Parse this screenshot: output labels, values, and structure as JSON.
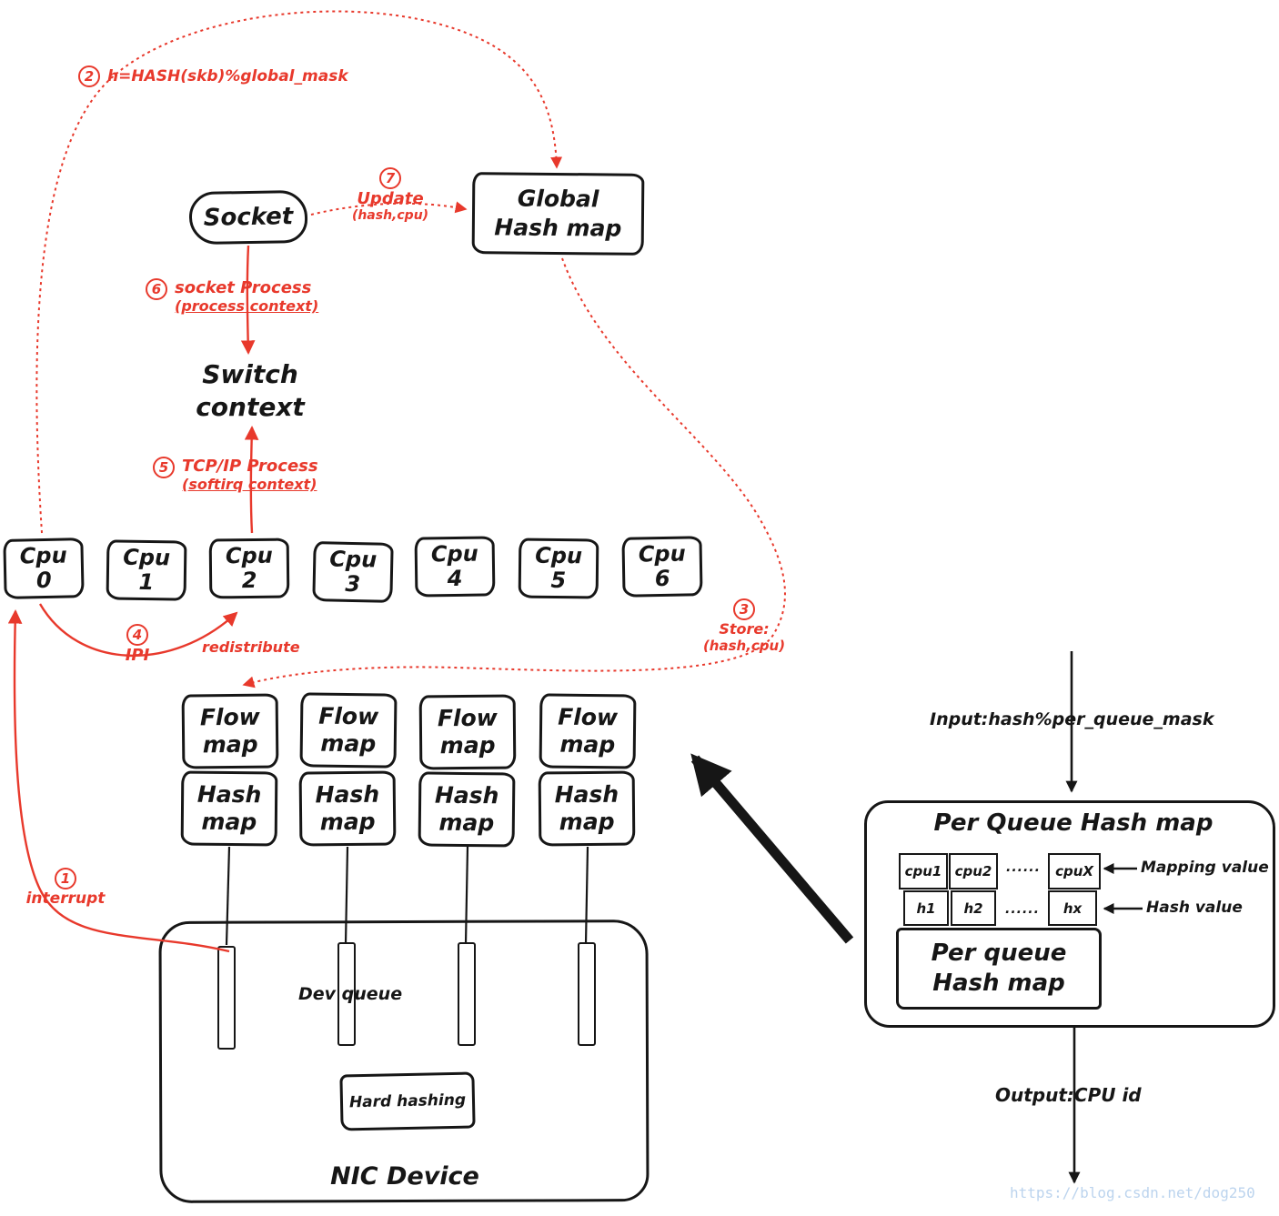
{
  "diagram": {
    "socket_label": "Socket",
    "global_hash_map": {
      "line1": "Global",
      "line2": "Hash map"
    },
    "switch_context": {
      "line1": "Switch",
      "line2": "context"
    },
    "cpus": [
      {
        "line1": "Cpu",
        "line2": "0"
      },
      {
        "line1": "Cpu",
        "line2": "1"
      },
      {
        "line1": "Cpu",
        "line2": "2"
      },
      {
        "line1": "Cpu",
        "line2": "3"
      },
      {
        "line1": "Cpu",
        "line2": "4"
      },
      {
        "line1": "Cpu",
        "line2": "5"
      },
      {
        "line1": "Cpu",
        "line2": "6"
      }
    ],
    "flow_columns": [
      {
        "flow1": "Flow",
        "flow2": "map",
        "hash1": "Hash",
        "hash2": "map"
      },
      {
        "flow1": "Flow",
        "flow2": "map",
        "hash1": "Hash",
        "hash2": "map"
      },
      {
        "flow1": "Flow",
        "flow2": "map",
        "hash1": "Hash",
        "hash2": "map"
      },
      {
        "flow1": "Flow",
        "flow2": "map",
        "hash1": "Hash",
        "hash2": "map"
      }
    ],
    "annotations": {
      "step2": {
        "num": "2",
        "text": "h=HASH(skb)%global_mask"
      },
      "step7": {
        "num": "7",
        "line1": "Update",
        "line2": "(hash,cpu)"
      },
      "step6": {
        "num": "6",
        "line1": "socket Process",
        "line2": "(process context)"
      },
      "step5": {
        "num": "5",
        "line1": "TCP/IP Process",
        "line2": "(softirq context)"
      },
      "step4": {
        "num": "4",
        "text": "IPI"
      },
      "redistribute": "redistribute",
      "step3": {
        "num": "3",
        "line1": "Store:",
        "line2": "(hash,cpu)"
      },
      "step1": {
        "num": "1",
        "text": "interrupt"
      }
    },
    "nic": {
      "dev_queue": "Dev queue",
      "hard_hashing": "Hard hashing",
      "title": "NIC Device"
    },
    "right_panel": {
      "input_label": "Input:hash%per_queue_mask",
      "title": "Per Queue Hash map",
      "cpu_cells": [
        "cpu1",
        "cpu2",
        "......",
        "cpuX"
      ],
      "hash_cells": [
        "h1",
        "h2",
        "......",
        "hx"
      ],
      "mapping_value_label": "Mapping value",
      "hash_value_label": "Hash value",
      "inner_box": {
        "line1": "Per queue",
        "line2": "Hash map"
      },
      "output_label": "Output:CPU id"
    },
    "watermark": "https://blog.csdn.net/dog250"
  }
}
